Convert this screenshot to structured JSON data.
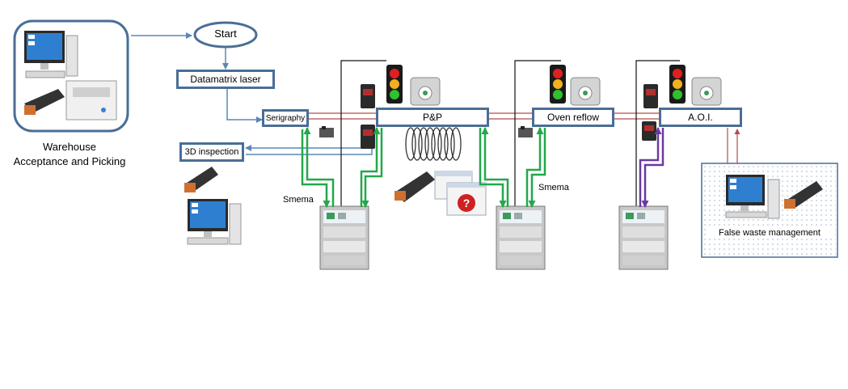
{
  "nodes": {
    "start": "Start",
    "datamatrix": "Datamatrix laser",
    "serigraphy": "Serigraphy",
    "inspection3d": "3D inspection",
    "pnp": "P&P",
    "oven": "Oven reflow",
    "aoi": "A.O.I.",
    "false_waste": "False waste management"
  },
  "labels": {
    "warehouse_line1": "Warehouse",
    "warehouse_line2": "Acceptance and Picking",
    "smema_left": "Smema",
    "smema_right": "Smema"
  },
  "colors": {
    "box_border": "#4a6e96",
    "flow_arrow": "#5a87b8",
    "line_red": "#b44a4a",
    "smema_green": "#22a84a",
    "smema_purple": "#6a3aa0"
  }
}
